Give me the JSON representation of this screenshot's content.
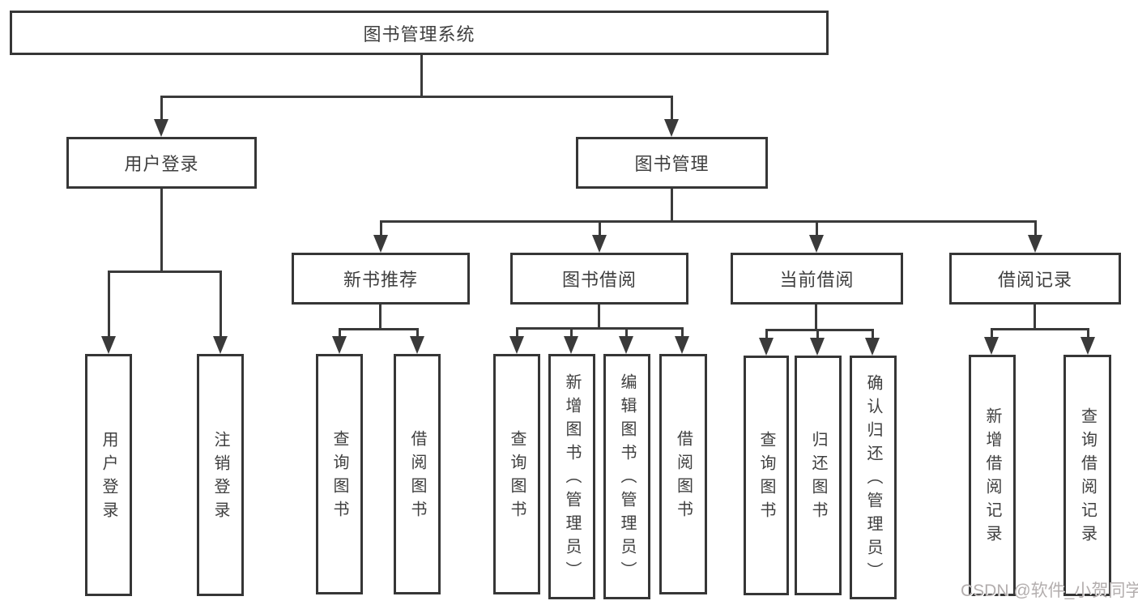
{
  "diagram": {
    "title": "图书管理系统",
    "root": {
      "label": "图书管理系统"
    },
    "level2": [
      {
        "label": "用户登录"
      },
      {
        "label": "图书管理"
      }
    ],
    "level3": [
      {
        "label": "新书推荐"
      },
      {
        "label": "图书借阅"
      },
      {
        "label": "当前借阅"
      },
      {
        "label": "借阅记录"
      }
    ],
    "leaves": {
      "login": [
        "用户登录",
        "注销登录"
      ],
      "recommend": [
        "查询图书",
        "借阅图书"
      ],
      "borrow": [
        "查询图书",
        "新增图书（管理员）",
        "编辑图书（管理员）",
        "借阅图书"
      ],
      "current": [
        "查询图书",
        "归还图书",
        "确认归还（管理员）"
      ],
      "record": [
        "新增借阅记录",
        "查询借阅记录"
      ]
    },
    "watermark": "CSDN @软件_小贺同学",
    "colors": {
      "line": "#3a3a3a",
      "border": "#363636",
      "text": "#3f3f3f",
      "watermark": "#b3aeae",
      "background": "#ffffff"
    }
  }
}
